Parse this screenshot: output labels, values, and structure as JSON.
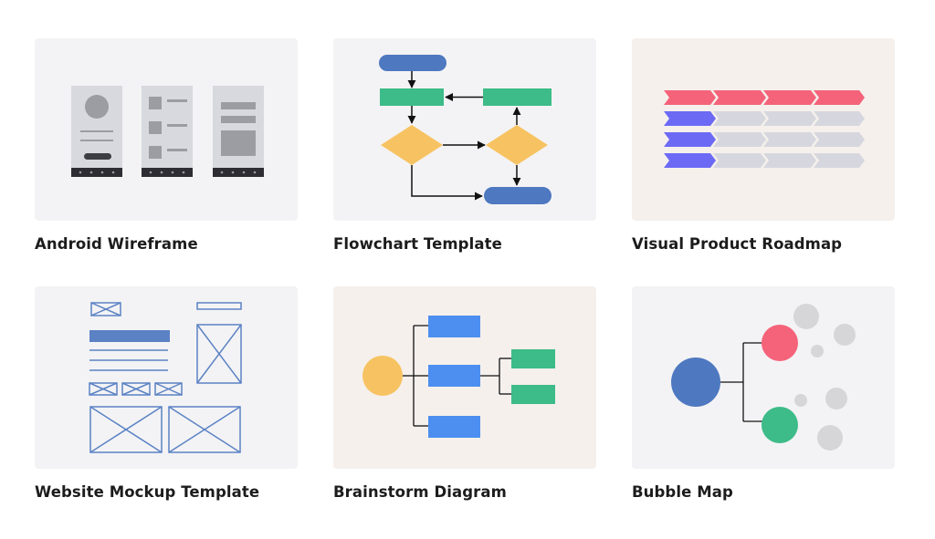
{
  "templates": [
    {
      "title": "Android Wireframe",
      "bg": "#f3f3f5"
    },
    {
      "title": "Flowchart Template",
      "bg": "#f3f3f5"
    },
    {
      "title": "Visual Product Roadmap",
      "bg": "#f5f0ec"
    },
    {
      "title": "Website Mockup Template",
      "bg": "#f3f3f5"
    },
    {
      "title": "Brainstorm Diagram",
      "bg": "#f5f0ec"
    },
    {
      "title": "Bubble Map",
      "bg": "#f3f3f5"
    }
  ],
  "colors": {
    "navy": "#4e78c0",
    "green": "#3dbb88",
    "yellow": "#f7c362",
    "pink": "#f4637a",
    "purple": "#6c6af5",
    "blue": "#4d8ff0",
    "gray": "#d6d7de",
    "wire": "#5b82c4",
    "phone_gray": "#d8d9de",
    "phone_bar": "#2d2d33",
    "bubble_gray": "#d6d6d8",
    "title_text": "#1c1c1c"
  }
}
